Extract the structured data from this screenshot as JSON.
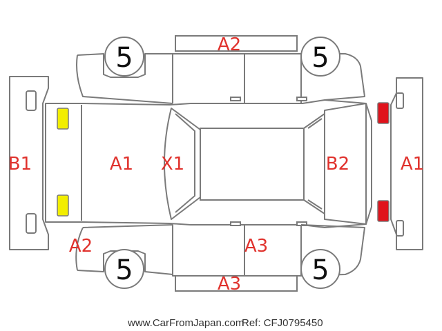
{
  "colors": {
    "damage_code": "#e0322d",
    "light_front": "#f2ee00",
    "light_rear": "#e0121b",
    "outline": "#7a7a7a"
  },
  "wheels": {
    "front_left": "5",
    "rear_left": "5",
    "front_right": "5",
    "rear_right": "5"
  },
  "codes": {
    "top_door": "A2",
    "rear_bumper": "B1",
    "trunk": "A1",
    "rear_glass": "X1",
    "windshield": "B2",
    "front_bumper": "A1",
    "rear_quarter_bottom": "A2",
    "bottom_door": "A3",
    "bottom_sill": "A3"
  },
  "watermark": {
    "site": "www.CarFromJapan.com",
    "ref": "Ref: CFJ0795450"
  }
}
